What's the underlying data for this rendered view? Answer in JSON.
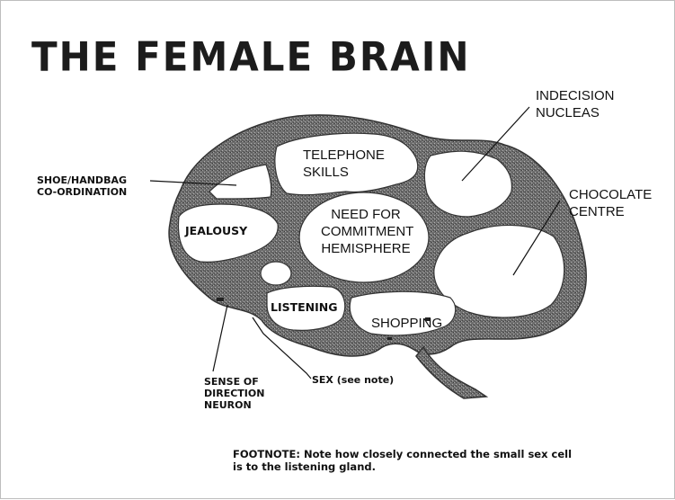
{
  "title": "THE FEMALE BRAIN",
  "labels": {
    "indecision_line1": "INDECISION",
    "indecision_line2": "NUCLEAS",
    "telephone_line1": "TELEPHONE",
    "telephone_line2": "SKILLS",
    "shoe_line1": "SHOE/HANDBAG",
    "shoe_line2": "CO-ORDINATION",
    "chocolate_line1": "CHOCOLATE",
    "chocolate_line2": "CENTRE",
    "jealousy": "JEALOUSY",
    "commitment_line1": "NEED FOR",
    "commitment_line2": "COMMITMENT",
    "commitment_line3": "HEMISPHERE",
    "listening": "LISTENING",
    "shopping": "SHOPPING",
    "direction_line1": "SENSE OF",
    "direction_line2": "DIRECTION",
    "direction_line3": "NEURON",
    "sex": "SEX (see note)"
  },
  "footnote_line1": "FOOTNOTE:  Note how closely connected the small sex cell",
  "footnote_line2": "is to the listening gland.",
  "colors": {
    "brain_fill": "#7a7a7a",
    "region_fill": "#ffffff",
    "ink": "#111111"
  }
}
